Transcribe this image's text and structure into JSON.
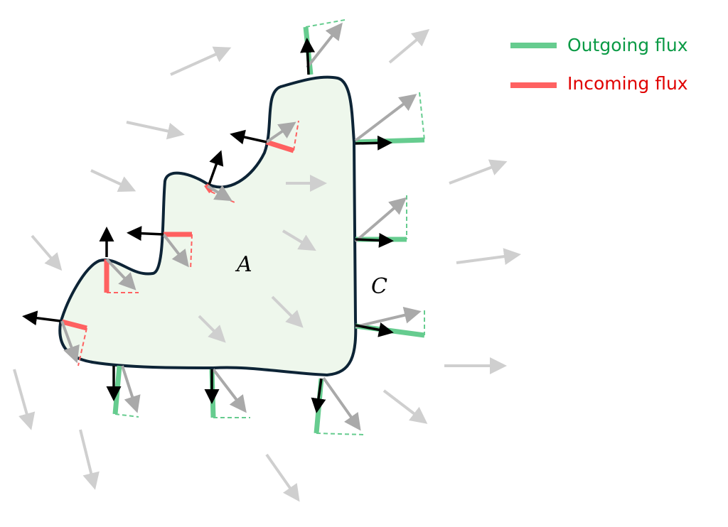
{
  "legend": {
    "outgoing_label": "Outgoing flux",
    "incoming_label": "Incoming flux"
  },
  "labels": {
    "region": "A",
    "boundary": "C"
  },
  "colors": {
    "outgoing": "#66cc8f",
    "outgoing_text": "#0a9a45",
    "incoming": "#ff6161",
    "incoming_text": "#e00000",
    "region_fill": "#eef7ec",
    "boundary": "#0d2436",
    "field_light": "#cfcfcf",
    "field_dark": "#a9a9a9",
    "normal": "#000000"
  }
}
